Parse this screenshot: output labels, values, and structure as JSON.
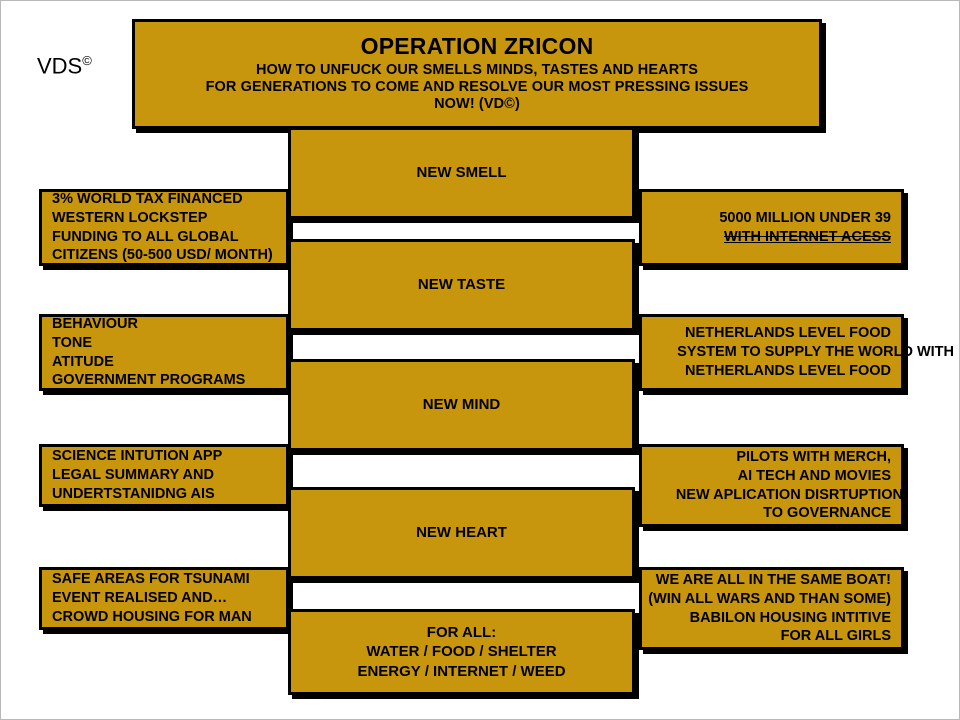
{
  "logo": {
    "text": "VDS",
    "mark": "©"
  },
  "colors": {
    "box_fill": "#c8960c",
    "box_border": "#000000",
    "text": "#000000",
    "page_background": "#ffffff"
  },
  "title_banner": {
    "headline": "OPERATION ZRICON",
    "lines": [
      "HOW TO UNFUCK OUR SMELLS MINDS, TASTES AND HEARTS",
      "FOR GENERATIONS TO COME AND RESOLVE OUR MOST PRESSING ISSUES",
      "NOW! (VD©)"
    ]
  },
  "center_chain": [
    {
      "label": "NEW SMELL"
    },
    {
      "label": "NEW TASTE"
    },
    {
      "label": "NEW MIND"
    },
    {
      "label": "NEW  HEART"
    }
  ],
  "center_footer": {
    "lines": [
      "FOR ALL:",
      "WATER / FOOD / SHELTER",
      "ENERGY / INTERNET / WEED"
    ]
  },
  "left_boxes": [
    {
      "lines": [
        "3% WORLD TAX FINANCED",
        "WESTERN LOCKSTEP",
        "FUNDING TO ALL GLOBAL",
        "CITIZENS (50-500 USD/ MONTH)"
      ]
    },
    {
      "lines": [
        "BEHAVIOUR",
        "TONE",
        "ATITUDE",
        "GOVERNMENT PROGRAMS"
      ]
    },
    {
      "lines": [
        "SCIENCE INTUTION APP",
        "LEGAL SUMMARY AND",
        "UNDERTSTANIDNG AIS"
      ]
    },
    {
      "lines": [
        "SAFE AREAS FOR TSUNAMI",
        "EVENT REALISED AND…",
        "CROWD HOUSING FOR MAN"
      ]
    }
  ],
  "right_boxes": [
    {
      "lines": [
        "5000 MILLION UNDER 39",
        "WITH INTERNET ACESS"
      ],
      "decorated_line_index": 1,
      "decoration": "underline line-through"
    },
    {
      "lines": [
        "NETHERLANDS LEVEL FOOD",
        "SYSTEM TO SUPPLY THE WORLD WITH",
        "NETHERLANDS LEVEL FOOD"
      ]
    },
    {
      "lines": [
        "PILOTS WITH MERCH,",
        "AI TECH AND MOVIES",
        "NEW APLICATION DISRTUPTION",
        "TO GOVERNANCE"
      ]
    },
    {
      "lines": [
        "WE ARE ALL IN THE SAME BOAT!",
        "(WIN ALL WARS AND THAN SOME)",
        "BABILON HOUSING INTITIVE",
        "FOR ALL GIRLS"
      ]
    }
  ]
}
